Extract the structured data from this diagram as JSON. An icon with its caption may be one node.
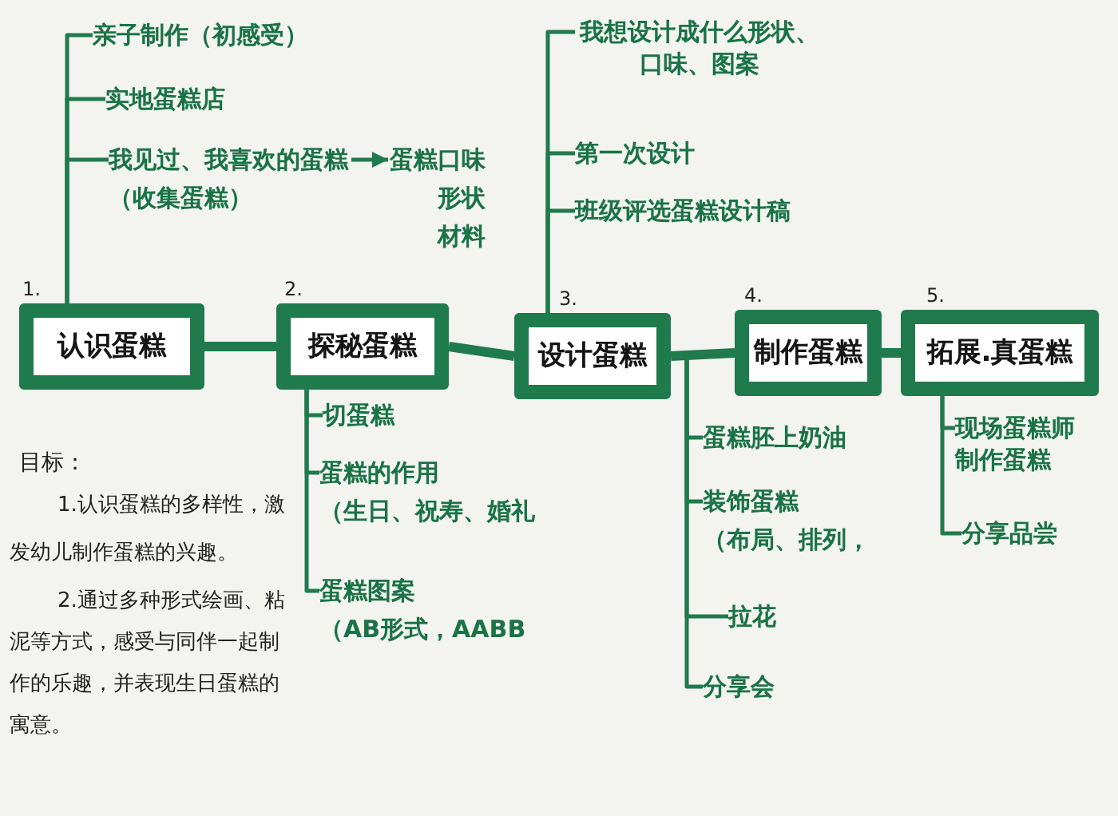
{
  "diagram": {
    "nodes": [
      {
        "text": [
          "认识蛋糕"
        ],
        "beside": [
          "1."
        ]
      },
      {
        "text": [
          "探秘蛋糕"
        ],
        "beside": [
          "2."
        ]
      },
      {
        "text": [
          "设计蛋糕"
        ],
        "beside": [
          "3."
        ]
      },
      {
        "text": [
          "制作蛋糕"
        ],
        "beside": [
          "4."
        ]
      },
      {
        "text": [
          "拓展.真蛋糕"
        ],
        "beside": [
          "5."
        ]
      },
      {
        "text": [
          "亲子制作（初感受）"
        ]
      },
      {
        "text": [
          "实地蛋糕店"
        ]
      },
      {
        "text": [
          "我见过、我喜欢的蛋糕",
          "（收集蛋糕）"
        ]
      },
      {
        "text": [
          "蛋糕口味",
          "形状",
          "材料"
        ]
      },
      {
        "text": [
          "我想设计成什么形状、口味、图案"
        ]
      },
      {
        "text": [
          "第一次设计"
        ]
      },
      {
        "text": [
          "班级评选蛋糕设计稿"
        ]
      },
      {
        "text": [
          "切蛋糕"
        ]
      },
      {
        "text": [
          "蛋糕的作用",
          "（生日、祝寿、婚礼"
        ]
      },
      {
        "text": [
          "蛋糕图案",
          "（AB形式，AABB"
        ]
      },
      {
        "text": [
          "蛋糕胚上奶油"
        ]
      },
      {
        "text": [
          "装饰蛋糕",
          "（布局、排列，"
        ]
      },
      {
        "text": [
          "拉花"
        ]
      },
      {
        "text": [
          "分享会"
        ]
      },
      {
        "text": [
          "现场蛋糕师制作蛋糕"
        ]
      },
      {
        "text": [
          "分享品尝"
        ]
      }
    ],
    "edges": [
      {
        "from": 0,
        "to": 1,
        "arrow": "none",
        "style": "thick"
      },
      {
        "from": 1,
        "to": 2,
        "arrow": "none",
        "style": "thick"
      },
      {
        "from": 2,
        "to": 3,
        "arrow": "none",
        "style": "thick"
      },
      {
        "from": 3,
        "to": 4,
        "arrow": "none",
        "style": "thick"
      },
      {
        "from": 0,
        "to": 5,
        "arrow": "none"
      },
      {
        "from": 0,
        "to": 6,
        "arrow": "none"
      },
      {
        "from": 0,
        "to": 7,
        "arrow": "none"
      },
      {
        "from": 7,
        "to": 8,
        "arrow": "to"
      },
      {
        "from": 2,
        "to": 9,
        "arrow": "none"
      },
      {
        "from": 2,
        "to": 10,
        "arrow": "none"
      },
      {
        "from": 2,
        "to": 11,
        "arrow": "none"
      },
      {
        "from": 1,
        "to": 12,
        "arrow": "none"
      },
      {
        "from": 1,
        "to": 13,
        "arrow": "none"
      },
      {
        "from": 1,
        "to": 14,
        "arrow": "none"
      },
      {
        "from": 3,
        "to": 15,
        "arrow": "none"
      },
      {
        "from": 3,
        "to": 16,
        "arrow": "none"
      },
      {
        "from": 3,
        "to": 17,
        "arrow": "none"
      },
      {
        "from": 3,
        "to": 18,
        "arrow": "none"
      },
      {
        "from": 4,
        "to": 19,
        "arrow": "none"
      },
      {
        "from": 4,
        "to": 20,
        "arrow": "none"
      }
    ],
    "labels": [
      "目标：",
      "1.认识蛋糕的多样性，激发幼儿制作蛋糕的兴趣。",
      "2.通过多种形式绘画、粘泥等方式，感受与同伴一起制作的乐趣，并表现生日蛋糕的寓意。"
    ]
  }
}
